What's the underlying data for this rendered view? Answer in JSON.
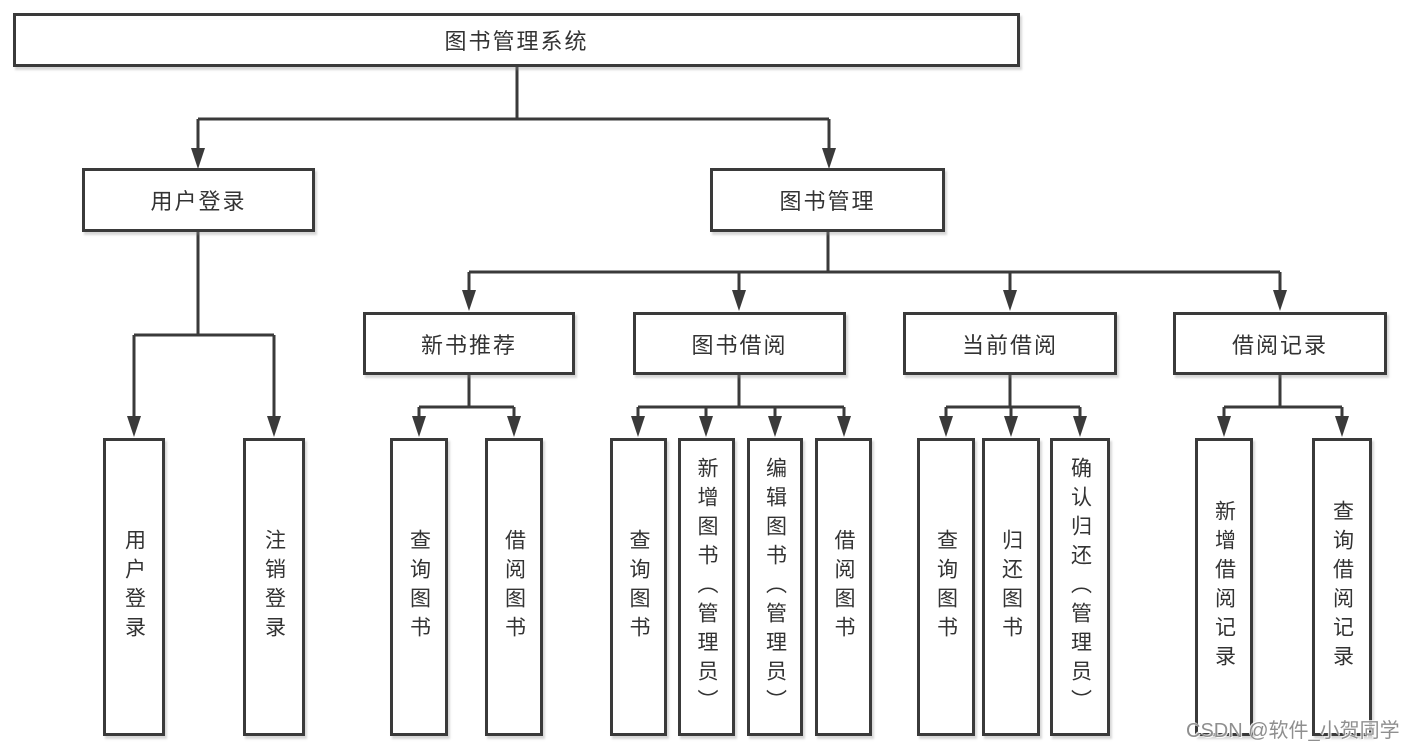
{
  "tree": {
    "label": "图书管理系统",
    "children": [
      {
        "label": "用户登录",
        "children": [
          {
            "label": "用户登录"
          },
          {
            "label": "注销登录"
          }
        ]
      },
      {
        "label": "图书管理",
        "children": [
          {
            "label": "新书推荐",
            "children": [
              {
                "label": "查询图书"
              },
              {
                "label": "借阅图书"
              }
            ]
          },
          {
            "label": "图书借阅",
            "children": [
              {
                "label": "查询图书"
              },
              {
                "label": "新增图书（管理员）"
              },
              {
                "label": "编辑图书（管理员）"
              },
              {
                "label": "借阅图书"
              }
            ]
          },
          {
            "label": "当前借阅",
            "children": [
              {
                "label": "查询图书"
              },
              {
                "label": "归还图书"
              },
              {
                "label": "确认归还（管理员）"
              }
            ]
          },
          {
            "label": "借阅记录",
            "children": [
              {
                "label": "新增借阅记录"
              },
              {
                "label": "查询借阅记录"
              }
            ]
          }
        ]
      }
    ]
  },
  "watermark": {
    "text": "CSDN @软件_小贺同学"
  },
  "colors": {
    "line": "#3a3a3a",
    "text": "#333333",
    "background": "#ffffff",
    "watermark": "#8f8f8f"
  }
}
